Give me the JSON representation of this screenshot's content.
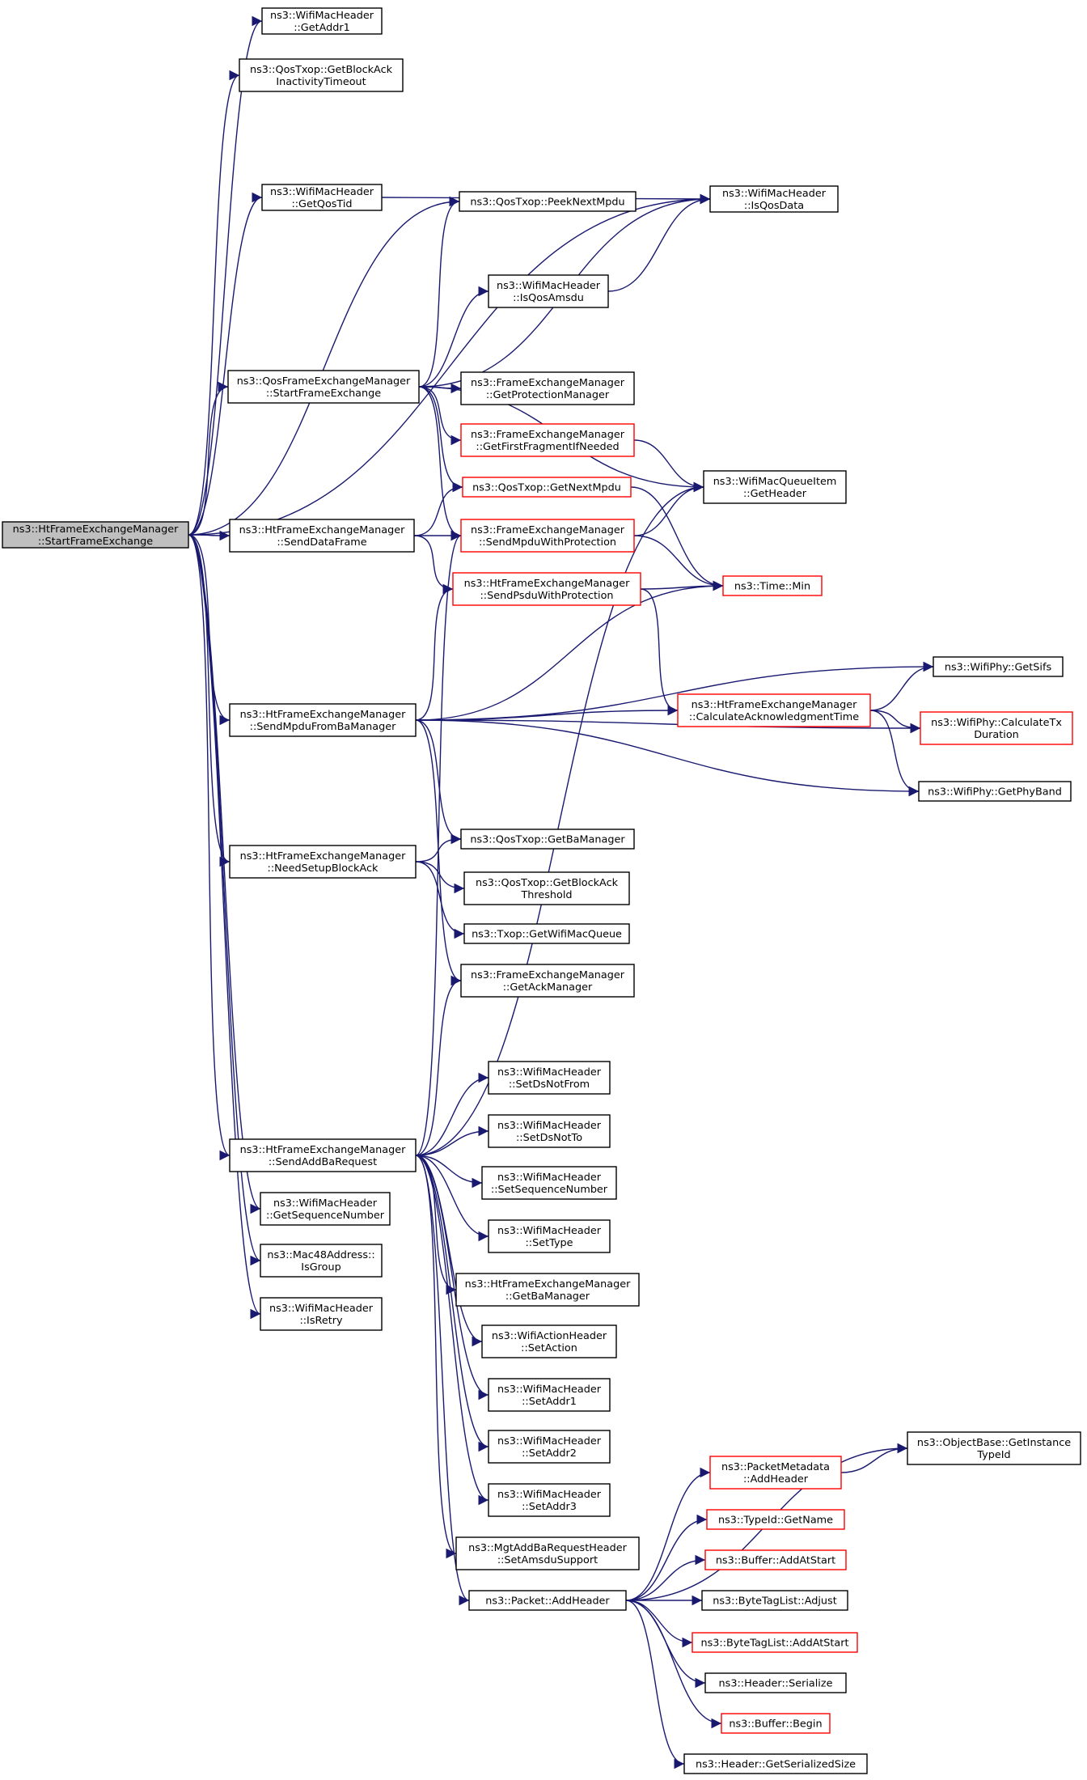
{
  "colors": {
    "edge": "#191970",
    "border": "#000000",
    "incomplete_border": "#ff0000",
    "root_fill": "#bfbfbf",
    "node_fill": "#ffffff"
  },
  "nodes": [
    {
      "id": "root",
      "lines": [
        "ns3::HtFrameExchangeManager",
        "::StartFrameExchange"
      ],
      "style": "root"
    },
    {
      "id": "getAddr1",
      "lines": [
        "ns3::WifiMacHeader",
        "::GetAddr1"
      ]
    },
    {
      "id": "getBlockAckInact",
      "lines": [
        "ns3::QosTxop::GetBlockAck",
        "InactivityTimeout"
      ]
    },
    {
      "id": "getQosTid",
      "lines": [
        "ns3::WifiMacHeader",
        "::GetQosTid"
      ]
    },
    {
      "id": "isQosData",
      "lines": [
        "ns3::WifiMacHeader",
        "::IsQosData"
      ]
    },
    {
      "id": "peekNextMpdu",
      "lines": [
        "ns3::QosTxop::PeekNextMpdu"
      ]
    },
    {
      "id": "isQosAmsdu",
      "lines": [
        "ns3::WifiMacHeader",
        "::IsQosAmsdu"
      ]
    },
    {
      "id": "qosStartFrame",
      "lines": [
        "ns3::QosFrameExchangeManager",
        "::StartFrameExchange"
      ]
    },
    {
      "id": "getProtectionMgr",
      "lines": [
        "ns3::FrameExchangeManager",
        "::GetProtectionManager"
      ]
    },
    {
      "id": "getFirstFragment",
      "lines": [
        "ns3::FrameExchangeManager",
        "::GetFirstFragmentIfNeeded"
      ],
      "style": "red"
    },
    {
      "id": "queueItemGetHeader",
      "lines": [
        "ns3::WifiMacQueueItem",
        "::GetHeader"
      ]
    },
    {
      "id": "getNextMpdu",
      "lines": [
        "ns3::QosTxop::GetNextMpdu"
      ],
      "style": "red"
    },
    {
      "id": "sendDataFrame",
      "lines": [
        "ns3::HtFrameExchangeManager",
        "::SendDataFrame"
      ]
    },
    {
      "id": "sendMpduWithProt",
      "lines": [
        "ns3::FrameExchangeManager",
        "::SendMpduWithProtection"
      ],
      "style": "red"
    },
    {
      "id": "sendPsduWithProt",
      "lines": [
        "ns3::HtFrameExchangeManager",
        "::SendPsduWithProtection"
      ],
      "style": "red"
    },
    {
      "id": "timeMin",
      "lines": [
        "ns3::Time::Min"
      ],
      "style": "red"
    },
    {
      "id": "getSifs",
      "lines": [
        "ns3::WifiPhy::GetSifs"
      ]
    },
    {
      "id": "sendMpduFromBa",
      "lines": [
        "ns3::HtFrameExchangeManager",
        "::SendMpduFromBaManager"
      ]
    },
    {
      "id": "calcAckTime",
      "lines": [
        "ns3::HtFrameExchangeManager",
        "::CalculateAcknowledgmentTime"
      ],
      "style": "red"
    },
    {
      "id": "calcTxDuration",
      "lines": [
        "ns3::WifiPhy::CalculateTx",
        "Duration"
      ],
      "style": "red"
    },
    {
      "id": "getPhyBand",
      "lines": [
        "ns3::WifiPhy::GetPhyBand"
      ]
    },
    {
      "id": "qosGetBaManager",
      "lines": [
        "ns3::QosTxop::GetBaManager"
      ]
    },
    {
      "id": "needSetupBlockAck",
      "lines": [
        "ns3::HtFrameExchangeManager",
        "::NeedSetupBlockAck"
      ]
    },
    {
      "id": "getBlockAckThreshold",
      "lines": [
        "ns3::QosTxop::GetBlockAck",
        "Threshold"
      ]
    },
    {
      "id": "getWifiMacQueue",
      "lines": [
        "ns3::Txop::GetWifiMacQueue"
      ]
    },
    {
      "id": "getAckManager",
      "lines": [
        "ns3::FrameExchangeManager",
        "::GetAckManager"
      ]
    },
    {
      "id": "setDsNotFrom",
      "lines": [
        "ns3::WifiMacHeader",
        "::SetDsNotFrom"
      ]
    },
    {
      "id": "setDsNotTo",
      "lines": [
        "ns3::WifiMacHeader",
        "::SetDsNotTo"
      ]
    },
    {
      "id": "sendAddBaRequest",
      "lines": [
        "ns3::HtFrameExchangeManager",
        "::SendAddBaRequest"
      ]
    },
    {
      "id": "setSequenceNumber",
      "lines": [
        "ns3::WifiMacHeader",
        "::SetSequenceNumber"
      ]
    },
    {
      "id": "getSequenceNumber",
      "lines": [
        "ns3::WifiMacHeader",
        "::GetSequenceNumber"
      ]
    },
    {
      "id": "setType",
      "lines": [
        "ns3::WifiMacHeader",
        "::SetType"
      ]
    },
    {
      "id": "isGroup",
      "lines": [
        "ns3::Mac48Address::",
        "IsGroup"
      ]
    },
    {
      "id": "htGetBaManager",
      "lines": [
        "ns3::HtFrameExchangeManager",
        "::GetBaManager"
      ]
    },
    {
      "id": "isRetry",
      "lines": [
        "ns3::WifiMacHeader",
        "::IsRetry"
      ]
    },
    {
      "id": "setAction",
      "lines": [
        "ns3::WifiActionHeader",
        "::SetAction"
      ]
    },
    {
      "id": "setAddr1",
      "lines": [
        "ns3::WifiMacHeader",
        "::SetAddr1"
      ]
    },
    {
      "id": "setAddr2",
      "lines": [
        "ns3::WifiMacHeader",
        "::SetAddr2"
      ]
    },
    {
      "id": "setAddr3",
      "lines": [
        "ns3::WifiMacHeader",
        "::SetAddr3"
      ]
    },
    {
      "id": "getInstanceTypeId",
      "lines": [
        "ns3::ObjectBase::GetInstance",
        "TypeId"
      ]
    },
    {
      "id": "pmAddHeader",
      "lines": [
        "ns3::PacketMetadata",
        "::AddHeader"
      ],
      "style": "red"
    },
    {
      "id": "typeIdGetName",
      "lines": [
        "ns3::TypeId::GetName"
      ],
      "style": "red"
    },
    {
      "id": "bufferAddAtStart",
      "lines": [
        "ns3::Buffer::AddAtStart"
      ],
      "style": "red"
    },
    {
      "id": "setAmsduSupport",
      "lines": [
        "ns3::MgtAddBaRequestHeader",
        "::SetAmsduSupport"
      ]
    },
    {
      "id": "packetAddHeader",
      "lines": [
        "ns3::Packet::AddHeader"
      ]
    },
    {
      "id": "byteTagAdjust",
      "lines": [
        "ns3::ByteTagList::Adjust"
      ]
    },
    {
      "id": "byteTagAddAtStart",
      "lines": [
        "ns3::ByteTagList::AddAtStart"
      ],
      "style": "red"
    },
    {
      "id": "headerSerialize",
      "lines": [
        "ns3::Header::Serialize"
      ]
    },
    {
      "id": "bufferBegin",
      "lines": [
        "ns3::Buffer::Begin"
      ],
      "style": "red"
    },
    {
      "id": "headerGetSerializedSize",
      "lines": [
        "ns3::Header::GetSerializedSize"
      ]
    }
  ],
  "edges": [
    [
      "root",
      "getAddr1"
    ],
    [
      "root",
      "getBlockAckInact"
    ],
    [
      "root",
      "getQosTid"
    ],
    [
      "root",
      "isQosData"
    ],
    [
      "root",
      "peekNextMpdu"
    ],
    [
      "root",
      "qosStartFrame"
    ],
    [
      "root",
      "sendDataFrame"
    ],
    [
      "root",
      "sendMpduFromBa"
    ],
    [
      "root",
      "needSetupBlockAck"
    ],
    [
      "root",
      "sendAddBaRequest"
    ],
    [
      "root",
      "getSequenceNumber"
    ],
    [
      "root",
      "isGroup"
    ],
    [
      "root",
      "isRetry"
    ],
    [
      "getQosTid",
      "isQosData"
    ],
    [
      "qosStartFrame",
      "peekNextMpdu"
    ],
    [
      "qosStartFrame",
      "isQosData"
    ],
    [
      "qosStartFrame",
      "isQosAmsdu"
    ],
    [
      "qosStartFrame",
      "queueItemGetHeader"
    ],
    [
      "qosStartFrame",
      "getProtectionMgr"
    ],
    [
      "qosStartFrame",
      "getFirstFragment"
    ],
    [
      "qosStartFrame",
      "getNextMpdu"
    ],
    [
      "qosStartFrame",
      "sendMpduWithProt"
    ],
    [
      "isQosAmsdu",
      "isQosData"
    ],
    [
      "getFirstFragment",
      "queueItemGetHeader"
    ],
    [
      "getNextMpdu",
      "timeMin"
    ],
    [
      "sendDataFrame",
      "getNextMpdu"
    ],
    [
      "sendDataFrame",
      "sendMpduWithProt"
    ],
    [
      "sendDataFrame",
      "sendPsduWithProt"
    ],
    [
      "sendMpduWithProt",
      "queueItemGetHeader"
    ],
    [
      "sendMpduWithProt",
      "timeMin"
    ],
    [
      "sendPsduWithProt",
      "timeMin"
    ],
    [
      "sendPsduWithProt",
      "calcAckTime"
    ],
    [
      "sendMpduFromBa",
      "sendPsduWithProt"
    ],
    [
      "sendMpduFromBa",
      "timeMin"
    ],
    [
      "sendMpduFromBa",
      "getSifs"
    ],
    [
      "sendMpduFromBa",
      "calcAckTime"
    ],
    [
      "sendMpduFromBa",
      "calcTxDuration"
    ],
    [
      "sendMpduFromBa",
      "getPhyBand"
    ],
    [
      "sendMpduFromBa",
      "qosGetBaManager"
    ],
    [
      "sendMpduFromBa",
      "getAckManager"
    ],
    [
      "calcAckTime",
      "getSifs"
    ],
    [
      "calcAckTime",
      "calcTxDuration"
    ],
    [
      "calcAckTime",
      "getPhyBand"
    ],
    [
      "needSetupBlockAck",
      "qosGetBaManager"
    ],
    [
      "needSetupBlockAck",
      "getBlockAckThreshold"
    ],
    [
      "needSetupBlockAck",
      "getWifiMacQueue"
    ],
    [
      "sendAddBaRequest",
      "sendMpduWithProt"
    ],
    [
      "sendAddBaRequest",
      "queueItemGetHeader"
    ],
    [
      "sendAddBaRequest",
      "getAckManager"
    ],
    [
      "sendAddBaRequest",
      "setDsNotFrom"
    ],
    [
      "sendAddBaRequest",
      "setDsNotTo"
    ],
    [
      "sendAddBaRequest",
      "setSequenceNumber"
    ],
    [
      "sendAddBaRequest",
      "setType"
    ],
    [
      "sendAddBaRequest",
      "htGetBaManager"
    ],
    [
      "sendAddBaRequest",
      "setAction"
    ],
    [
      "sendAddBaRequest",
      "setAddr1"
    ],
    [
      "sendAddBaRequest",
      "setAddr2"
    ],
    [
      "sendAddBaRequest",
      "setAddr3"
    ],
    [
      "sendAddBaRequest",
      "setAmsduSupport"
    ],
    [
      "sendAddBaRequest",
      "packetAddHeader"
    ],
    [
      "packetAddHeader",
      "getInstanceTypeId"
    ],
    [
      "packetAddHeader",
      "pmAddHeader"
    ],
    [
      "packetAddHeader",
      "typeIdGetName"
    ],
    [
      "packetAddHeader",
      "bufferAddAtStart"
    ],
    [
      "packetAddHeader",
      "byteTagAdjust"
    ],
    [
      "packetAddHeader",
      "byteTagAddAtStart"
    ],
    [
      "packetAddHeader",
      "headerSerialize"
    ],
    [
      "packetAddHeader",
      "bufferBegin"
    ],
    [
      "packetAddHeader",
      "headerGetSerializedSize"
    ],
    [
      "pmAddHeader",
      "getInstanceTypeId"
    ]
  ]
}
